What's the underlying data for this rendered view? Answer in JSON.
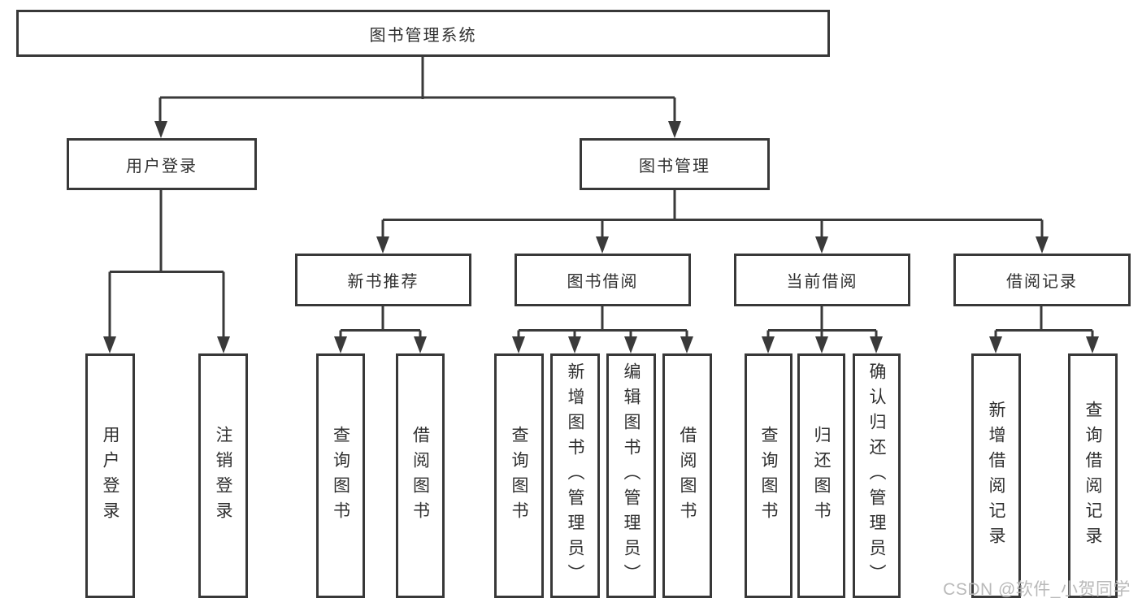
{
  "nodes": {
    "root": "图书管理系统",
    "level2": [
      "用户登录",
      "图书管理"
    ],
    "level3": [
      "新书推荐",
      "图书借阅",
      "当前借阅",
      "借阅记录"
    ],
    "leaves": [
      "用户登录",
      "注销登录",
      "查询图书",
      "借阅图书",
      "查询图书",
      "新增图书（管理员）",
      "编辑图书（管理员）",
      "借阅图书",
      "查询图书",
      "归还图书",
      "确认归还（管理员）",
      "新增借阅记录",
      "查询借阅记录"
    ]
  },
  "structure": {
    "图书管理系统": {
      "用户登录": [
        "用户登录",
        "注销登录"
      ],
      "图书管理": {
        "新书推荐": [
          "查询图书",
          "借阅图书"
        ],
        "图书借阅": [
          "查询图书",
          "新增图书（管理员）",
          "编辑图书（管理员）",
          "借阅图书"
        ],
        "当前借阅": [
          "查询图书",
          "归还图书",
          "确认归还（管理员）"
        ],
        "借阅记录": [
          "新增借阅记录",
          "查询借阅记录"
        ]
      }
    }
  },
  "watermark": {
    "text": "CSDN @软件_小贺同学",
    "color": "#b9b9b9"
  },
  "colors": {
    "line": "#3a3a3a",
    "border": "#383838",
    "text": "#2f2f2f",
    "background": "#ffffff"
  }
}
